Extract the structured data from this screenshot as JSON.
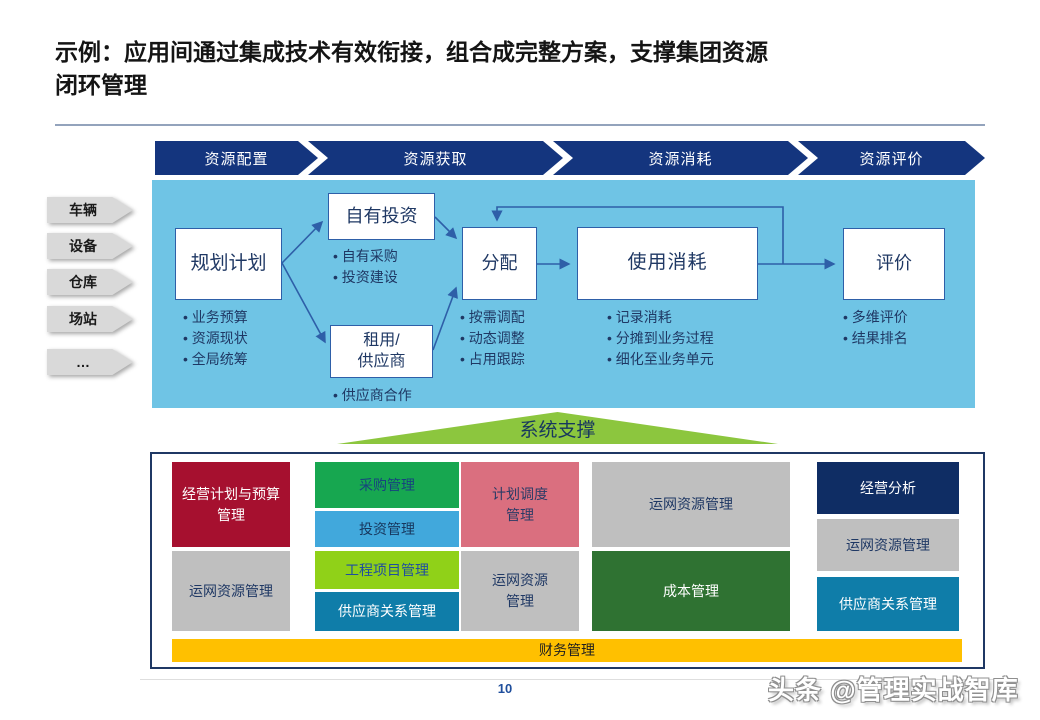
{
  "title": "示例：应用间通过集成技术有效衔接，组合成完整方案，支撑集团资源\n闭环管理",
  "stages": [
    {
      "label": "资源配置"
    },
    {
      "label": "资源获取"
    },
    {
      "label": "资源消耗"
    },
    {
      "label": "资源评价"
    }
  ],
  "resource_tags": [
    {
      "label": "车辆"
    },
    {
      "label": "设备"
    },
    {
      "label": "仓库"
    },
    {
      "label": "场站"
    },
    {
      "label": "…"
    }
  ],
  "flow": {
    "nodes": [
      {
        "label": "规划计划",
        "bullets": [
          "业务预算",
          "资源现状",
          "全局统筹"
        ]
      },
      {
        "label": "自有投资",
        "bullets": [
          "自有采购",
          "投资建设"
        ]
      },
      {
        "label": "租用/\n供应商",
        "bullets": [
          "供应商合作"
        ]
      },
      {
        "label": "分配",
        "bullets": [
          "按需调配",
          "动态调整",
          "占用跟踪"
        ]
      },
      {
        "label": "使用消耗",
        "bullets": [
          "记录消耗",
          "分摊到业务过程",
          "细化至业务单元"
        ]
      },
      {
        "label": "评价",
        "bullets": [
          "多维评价",
          "结果排名"
        ]
      }
    ]
  },
  "support": {
    "label": "系统支撑"
  },
  "systems": {
    "col1": [
      {
        "label": "经营计划与预算\n管理"
      },
      {
        "label": "运网资源管理"
      }
    ],
    "col2": [
      {
        "label": "采购管理"
      },
      {
        "label": "投资管理"
      },
      {
        "label": "工程项目管理"
      },
      {
        "label": "供应商关系管理"
      }
    ],
    "col3": [
      {
        "label": "计划调度\n管理"
      },
      {
        "label": "运网资源\n管理"
      }
    ],
    "col4": [
      {
        "label": "运网资源管理"
      },
      {
        "label": "成本管理"
      }
    ],
    "col5": [
      {
        "label": "经营分析"
      },
      {
        "label": "运网资源管理"
      },
      {
        "label": "供应商关系管理"
      }
    ],
    "finance": {
      "label": "财务管理"
    }
  },
  "footer": {
    "page_number": "10",
    "watermark": "头条 @管理实战智库"
  },
  "colors": {
    "stage_chevron": "#14357E",
    "flow_panel": "#6FC4E5",
    "flow_box_border": "#2E5FA8",
    "flow_text": "#1F3864",
    "support_green": "#8CC63E",
    "crimson": "#A6102F",
    "gray": "#BFBFBF",
    "green": "#17A750",
    "sky_blue": "#41A8DC",
    "yellow_green": "#90D118",
    "teal": "#0F7DA9",
    "pink": "#DA6F7F",
    "dark_green": "#2F7232",
    "navy": "#0F2D64",
    "gold": "#FFC000",
    "page_number_blue": "#1F4E9C"
  }
}
